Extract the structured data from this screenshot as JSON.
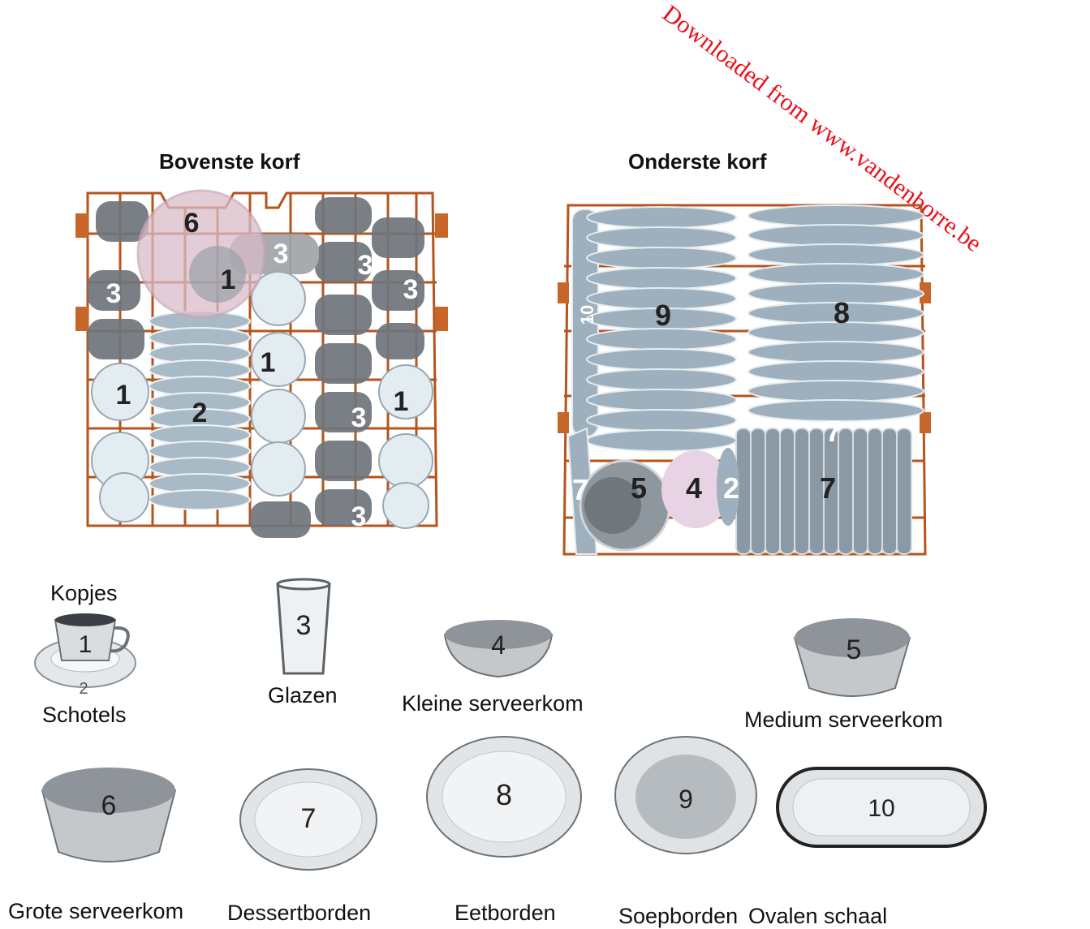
{
  "watermark": "Downloaded from www.vandenborre.be",
  "upper_rack": {
    "title": "Bovenste korf",
    "numbers": [
      "6",
      "3",
      "1",
      "3",
      "3",
      "3",
      "1",
      "1",
      "2",
      "3",
      "1",
      "3"
    ]
  },
  "lower_rack": {
    "title": "Onderste korf",
    "numbers": [
      "10",
      "9",
      "8",
      "7",
      "7",
      "5",
      "4",
      "2",
      "7"
    ]
  },
  "legend": [
    {
      "num": "1",
      "label": "Kopjes"
    },
    {
      "num": "2",
      "label": "Schotels"
    },
    {
      "num": "3",
      "label": "Glazen"
    },
    {
      "num": "4",
      "label": "Kleine serveerkom"
    },
    {
      "num": "5",
      "label": "Medium serveerkom"
    },
    {
      "num": "6",
      "label": "Grote serveerkom"
    },
    {
      "num": "7",
      "label": "Dessertborden"
    },
    {
      "num": "8",
      "label": "Eetborden"
    },
    {
      "num": "9",
      "label": "Soepborden"
    },
    {
      "num": "10",
      "label": "Ovalen schaal"
    }
  ],
  "colors": {
    "rack_wire": "#b5541c",
    "plate": "#9eb0bd",
    "glass": "#6f757b",
    "cup": "#dfe8ee",
    "bowl_pink": "#e8d3e4",
    "watermark": "#e8101a"
  }
}
